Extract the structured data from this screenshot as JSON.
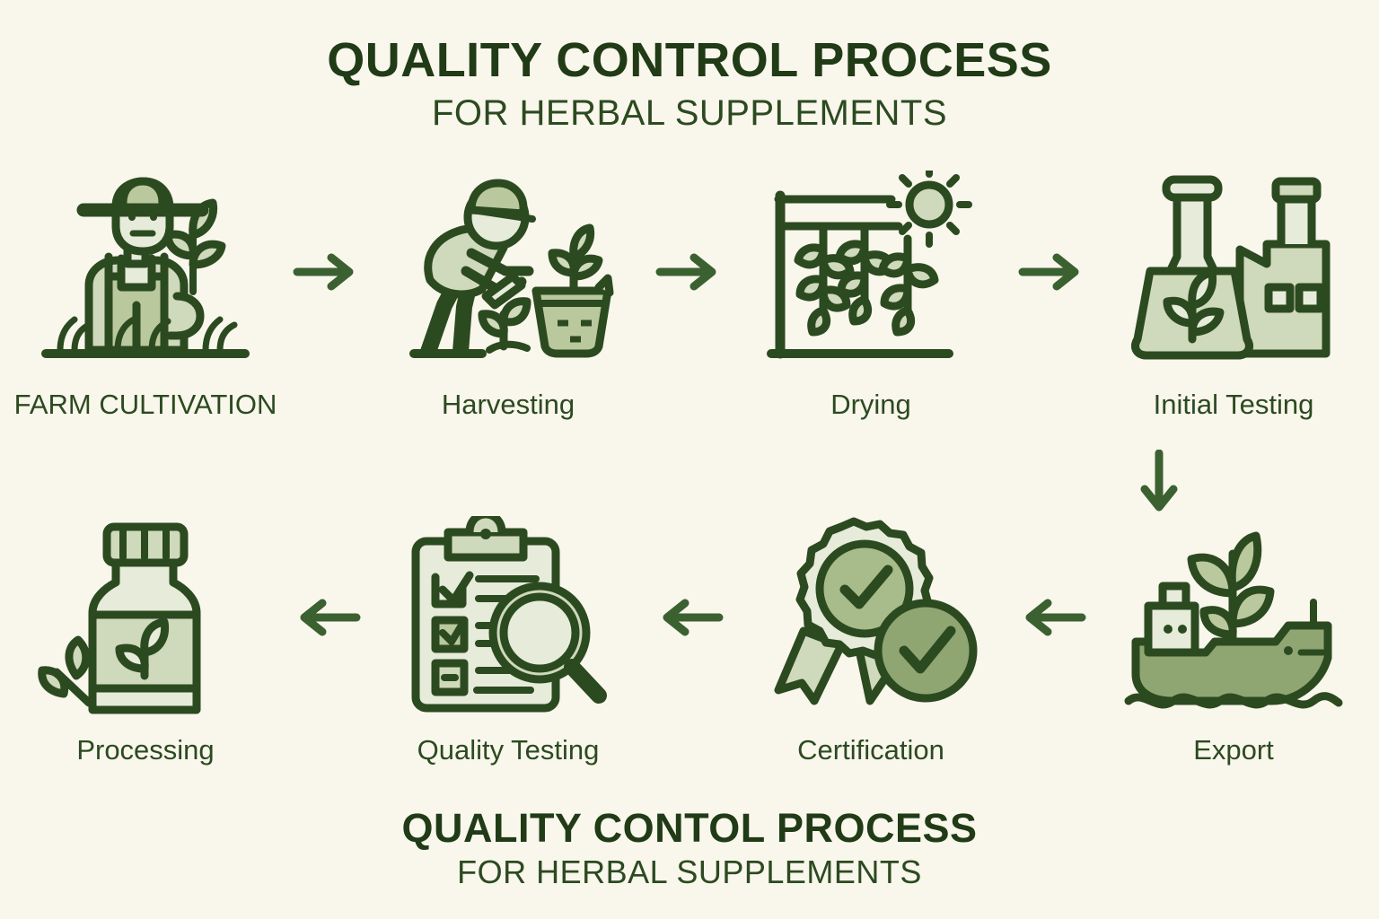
{
  "header": {
    "title": "QUALITY CONTROL PROCESS",
    "subtitle": "FOR HERBAL SUPPLEMENTS"
  },
  "footer": {
    "title": "QUALITY CONTOL PROCESS",
    "subtitle": "FOR HERBAL SUPPLEMENTS"
  },
  "colors": {
    "background": "#f9f6ec",
    "outline": "#2c4a20",
    "dark_text": "#203b16",
    "fill_mid": "#8fa673",
    "fill_light": "#cfd9bb",
    "fill_pale": "#e6ebda"
  },
  "flow": {
    "top_row": [
      {
        "label": "FARM CULTIVATION",
        "icon": "farmer-icon"
      },
      {
        "label": "Harvesting",
        "icon": "harvesting-worker-icon"
      },
      {
        "label": "Drying",
        "icon": "drying-rack-sun-icon"
      },
      {
        "label": "Initial Testing",
        "icon": "flask-factory-icon"
      }
    ],
    "bottom_row": [
      {
        "label": "Processing",
        "icon": "supplement-bottle-icon"
      },
      {
        "label": "Quality Testing",
        "icon": "clipboard-magnifier-icon"
      },
      {
        "label": "Certification",
        "icon": "award-badge-check-icon"
      },
      {
        "label": "Export",
        "icon": "cargo-ship-plant-icon"
      }
    ],
    "arrows": {
      "top_direction": "right",
      "bottom_direction": "left",
      "connector_direction": "down",
      "count_top": 3,
      "count_bottom": 3,
      "count_connector": 1
    }
  }
}
